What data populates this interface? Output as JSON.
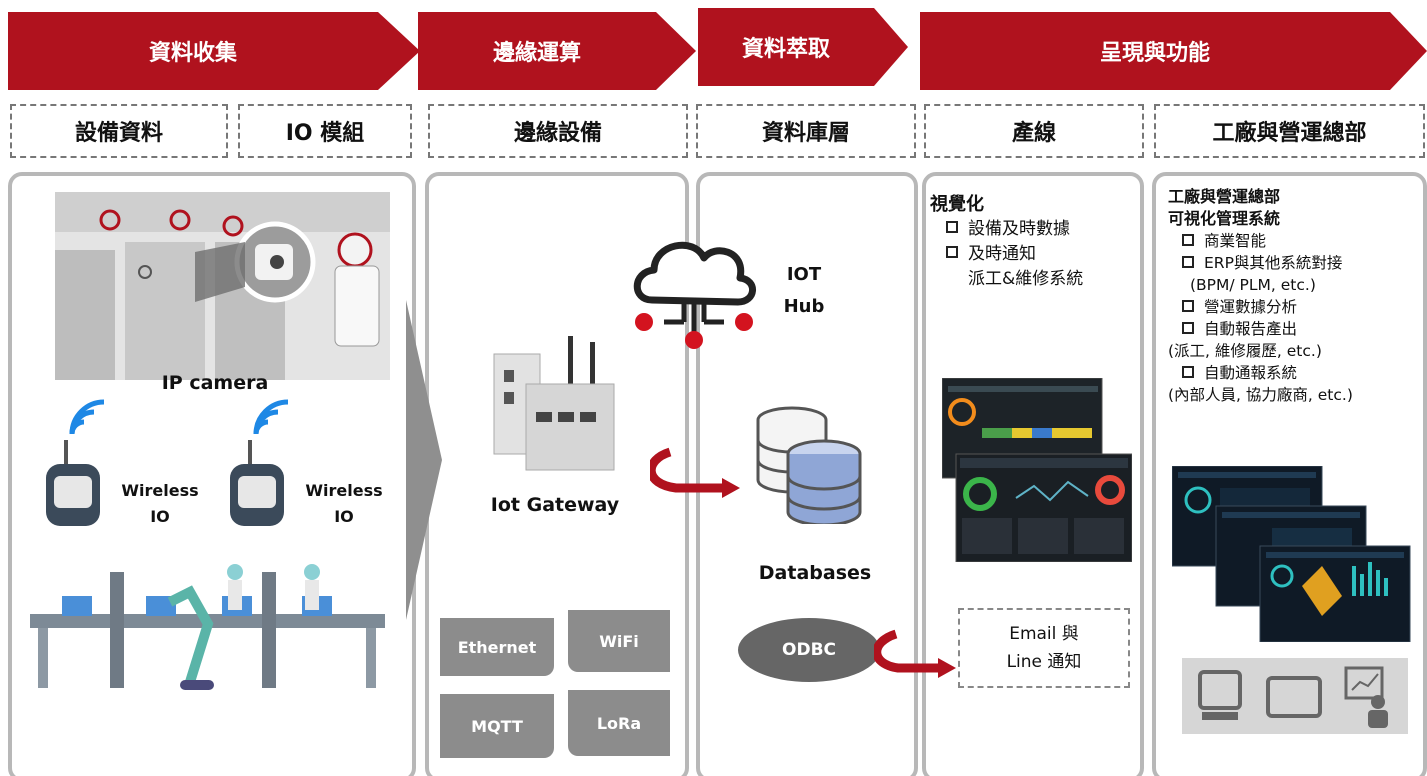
{
  "stages": {
    "data_collection": "資料收集",
    "edge_computing": "邊緣運算",
    "data_extraction": "資料萃取",
    "presentation": "呈現與功能"
  },
  "subheaders": {
    "equipment_data": "設備資料",
    "io_module": "IO 模組",
    "edge_device": "邊緣設備",
    "database_layer": "資料庫層",
    "production_line": "產線",
    "factory_hq": "工廠與營運總部"
  },
  "collection": {
    "ip_camera": "IP camera",
    "wireless_io_1": "Wireless IO",
    "wireless_io_2": "Wireless IO"
  },
  "edge": {
    "gateway": "Iot Gateway",
    "protocols": [
      "Ethernet",
      "WiFi",
      "MQTT",
      "LoRa"
    ]
  },
  "extraction": {
    "iot_hub_1": "IOT",
    "iot_hub_2": "Hub",
    "databases": "Databases",
    "odbc": "ODBC"
  },
  "production": {
    "title": "視覺化",
    "items": [
      "設備及時數據",
      "及時通知"
    ],
    "item_cont": "派工&維修系統",
    "notify_1": "Email 與",
    "notify_2": "Line 通知"
  },
  "hq": {
    "title_1": "工廠與營運總部",
    "title_2": "可視化管理系統",
    "items": [
      {
        "label": "商業智能",
        "note": ""
      },
      {
        "label": "ERP與其他系統對接",
        "note": "(BPM/ PLM, etc.)"
      },
      {
        "label": "營運數據分析",
        "note": ""
      },
      {
        "label": "自動報告產出",
        "note": "(派工, 維修履歷, etc.)"
      },
      {
        "label": "自動通報系統",
        "note": "(內部人員, 協力廠商, etc.)"
      }
    ]
  },
  "colors": {
    "banner_red": "#b0121e",
    "panel_border": "#b8b8b8",
    "tag_gray": "#8c8c8c",
    "odbc_gray": "#666666",
    "db_blue": "#8fa6d6"
  }
}
